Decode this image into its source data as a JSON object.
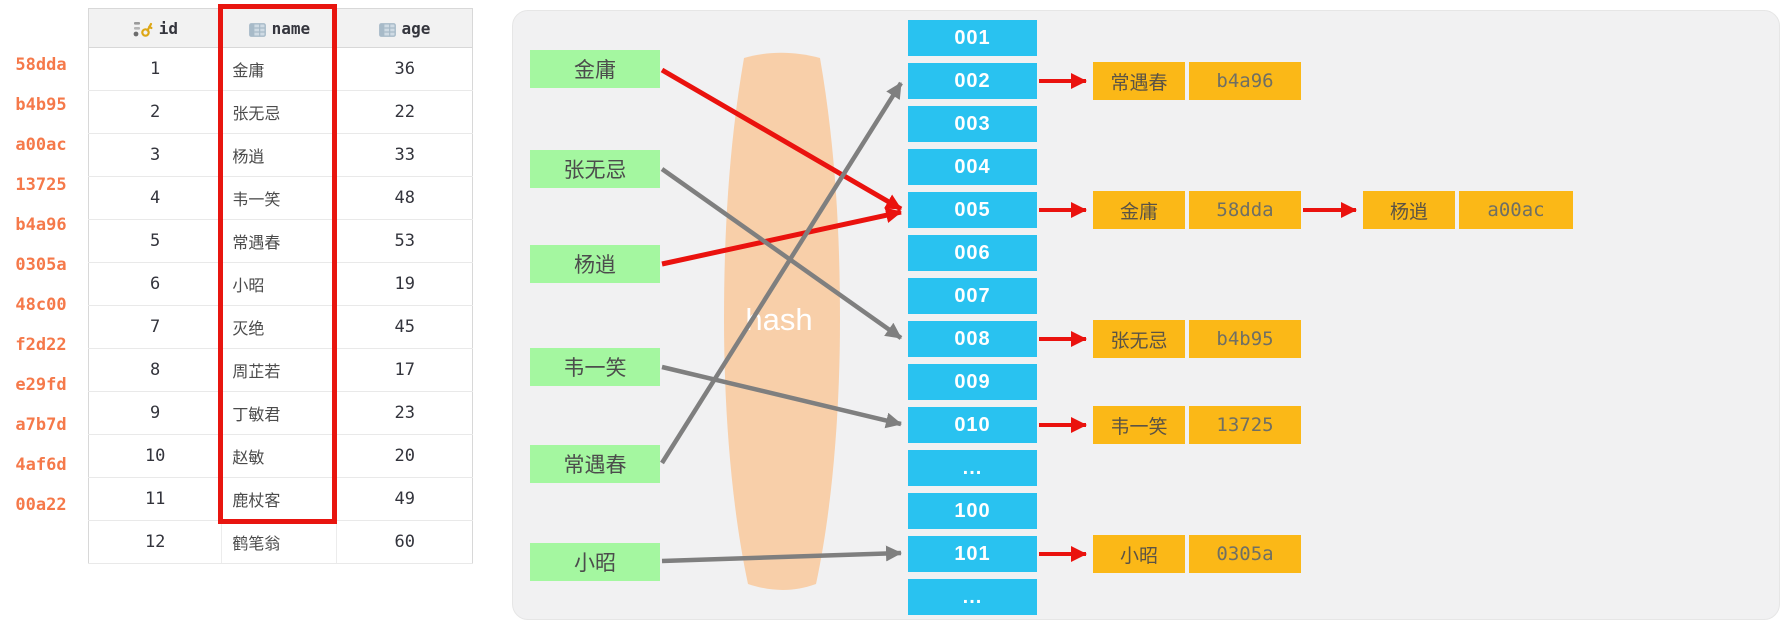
{
  "table": {
    "columns": [
      {
        "name": "id",
        "icon": "key-icon"
      },
      {
        "name": "name",
        "icon": "table-icon"
      },
      {
        "name": "age",
        "icon": "table-icon"
      }
    ],
    "rows": [
      {
        "hash": "58dda",
        "id": "1",
        "name": "金庸",
        "age": "36"
      },
      {
        "hash": "b4b95",
        "id": "2",
        "name": "张无忌",
        "age": "22"
      },
      {
        "hash": "a00ac",
        "id": "3",
        "name": "杨逍",
        "age": "33"
      },
      {
        "hash": "13725",
        "id": "4",
        "name": "韦一笑",
        "age": "48"
      },
      {
        "hash": "b4a96",
        "id": "5",
        "name": "常遇春",
        "age": "53"
      },
      {
        "hash": "0305a",
        "id": "6",
        "name": "小昭",
        "age": "19"
      },
      {
        "hash": "48c00",
        "id": "7",
        "name": "灭绝",
        "age": "45"
      },
      {
        "hash": "f2d22",
        "id": "8",
        "name": "周芷若",
        "age": "17"
      },
      {
        "hash": "e29fd",
        "id": "9",
        "name": "丁敏君",
        "age": "23"
      },
      {
        "hash": "a7b7d",
        "id": "10",
        "name": "赵敏",
        "age": "20"
      },
      {
        "hash": "4af6d",
        "id": "11",
        "name": "鹿杖客",
        "age": "49"
      },
      {
        "hash": "00a22",
        "id": "12",
        "name": "鹤笔翁",
        "age": "60"
      }
    ]
  },
  "diagram": {
    "hash_label": "hash",
    "inputs": [
      "金庸",
      "张无忌",
      "杨逍",
      "韦一笑",
      "常遇春",
      "小昭"
    ],
    "buckets": [
      "001",
      "002",
      "003",
      "004",
      "005",
      "006",
      "007",
      "008",
      "009",
      "010",
      "...",
      "100",
      "101",
      "..."
    ],
    "chains": [
      {
        "bucket": "002",
        "entries": [
          {
            "name": "常遇春",
            "hash": "b4a96"
          }
        ]
      },
      {
        "bucket": "005",
        "entries": [
          {
            "name": "金庸",
            "hash": "58dda"
          },
          {
            "name": "杨逍",
            "hash": "a00ac"
          }
        ]
      },
      {
        "bucket": "008",
        "entries": [
          {
            "name": "张无忌",
            "hash": "b4b95"
          }
        ]
      },
      {
        "bucket": "010",
        "entries": [
          {
            "name": "韦一笑",
            "hash": "13725"
          }
        ]
      },
      {
        "bucket": "101",
        "entries": [
          {
            "name": "小昭",
            "hash": "0305a"
          }
        ]
      }
    ],
    "mappings": [
      {
        "from": "金庸",
        "to": "005",
        "color": "red"
      },
      {
        "from": "张无忌",
        "to": "008",
        "color": "gray"
      },
      {
        "from": "杨逍",
        "to": "005",
        "color": "red"
      },
      {
        "from": "韦一笑",
        "to": "010",
        "color": "gray"
      },
      {
        "from": "常遇春",
        "to": "002",
        "color": "gray"
      },
      {
        "from": "小昭",
        "to": "101",
        "color": "gray"
      }
    ]
  },
  "colors": {
    "bucket_blue": "#29c2f0",
    "input_green": "#a4f7a0",
    "chain_orange": "#fbb817",
    "lens_peach": "#f8cfa9",
    "highlight_red": "#e8150f",
    "arrow_red": "#ea120e",
    "arrow_gray": "#7f7f7f",
    "hash_text_orange": "#f5794a",
    "panel_gray": "#f1f1f2"
  }
}
